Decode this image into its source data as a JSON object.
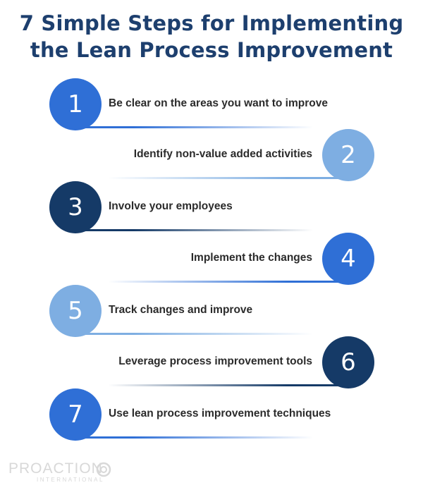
{
  "title": {
    "line1": "7 Simple Steps for Implementing",
    "line2": "the Lean Process Improvement"
  },
  "colors": {
    "title": "#1d3f6e",
    "medium_blue": "#2f6fd6",
    "light_blue": "#7eaee2",
    "navy": "#153a67"
  },
  "steps": [
    {
      "number": "1",
      "text": "Be clear on the areas you want to improve",
      "side": "left",
      "color": "#2f6fd6"
    },
    {
      "number": "2",
      "text": "Identify non-value added activities",
      "side": "right",
      "color": "#7eaee2"
    },
    {
      "number": "3",
      "text": "Involve your employees",
      "side": "left",
      "color": "#153a67"
    },
    {
      "number": "4",
      "text": "Implement the changes",
      "side": "right",
      "color": "#2f6fd6"
    },
    {
      "number": "5",
      "text": "Track changes and improve",
      "side": "left",
      "color": "#7eaee2"
    },
    {
      "number": "6",
      "text": "Leverage process improvement tools",
      "side": "right",
      "color": "#153a67"
    },
    {
      "number": "7",
      "text": "Use lean process improvement techniques",
      "side": "left",
      "color": "#2f6fd6"
    }
  ],
  "footer": {
    "logo_text": "PROACTION",
    "logo_sub": "INTERNATIONAL"
  }
}
